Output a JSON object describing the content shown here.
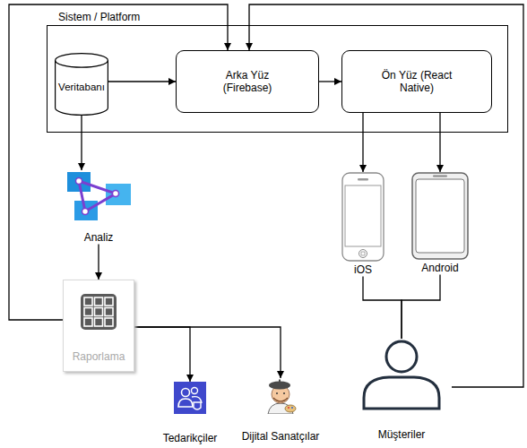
{
  "diagram": {
    "nodes": [
      {
        "text": [
          "Sistem / Platform"
        ]
      },
      {
        "text": [
          "Veritabanı"
        ],
        "in": 0
      },
      {
        "text": [
          "Arka Yüz (Firebase)"
        ],
        "in": 0
      },
      {
        "text": [
          "Ön Yüz (React Native)"
        ],
        "in": 0
      },
      {
        "text": [
          "Analiz"
        ]
      },
      {
        "text": [
          "Raporlama"
        ]
      },
      {
        "text": [
          "iOS"
        ]
      },
      {
        "text": [
          "Android"
        ]
      },
      {
        "text": [
          "Müşteriler"
        ]
      },
      {
        "text": [
          "Tedarikçiler"
        ]
      },
      {
        "text": [
          "Dijital Sanatçılar"
        ]
      }
    ],
    "edges": [
      {
        "from": 1,
        "to": 2,
        "arrow": "to"
      },
      {
        "from": 2,
        "to": 3,
        "arrow": "to"
      },
      {
        "from": 1,
        "to": 4,
        "arrow": "to"
      },
      {
        "from": 4,
        "to": 5,
        "arrow": "to"
      },
      {
        "from": 5,
        "to": 2,
        "arrow": "to"
      },
      {
        "from": 3,
        "to": 6,
        "arrow": "to"
      },
      {
        "from": 3,
        "to": 7,
        "arrow": "to"
      },
      {
        "from": 6,
        "to": 8,
        "arrow": "none"
      },
      {
        "from": 7,
        "to": 8,
        "arrow": "none"
      },
      {
        "from": 5,
        "to": 9,
        "arrow": "to"
      },
      {
        "from": 5,
        "to": 10,
        "arrow": "to"
      },
      {
        "from": 8,
        "to": 2,
        "arrow": "to"
      }
    ]
  }
}
